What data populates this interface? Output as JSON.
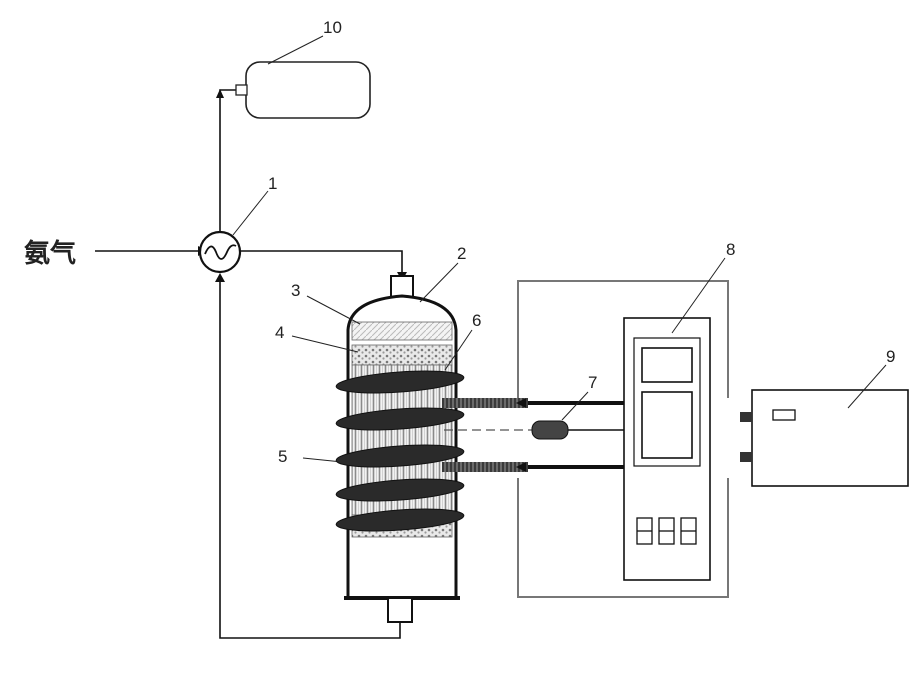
{
  "diagram": {
    "inlet_gas_label": "氨气",
    "part_numbers": {
      "heat_exchanger": "1",
      "reactor_top_inlet": "2",
      "reactor_top_layer": "3",
      "upper_packing_layer": "4",
      "catalyst_tube_bundle": "5",
      "induction_coil": "6",
      "sensor_probe": "7",
      "control_cabinet": "8",
      "power_supply": "9",
      "gas_storage_tank": "10"
    }
  }
}
